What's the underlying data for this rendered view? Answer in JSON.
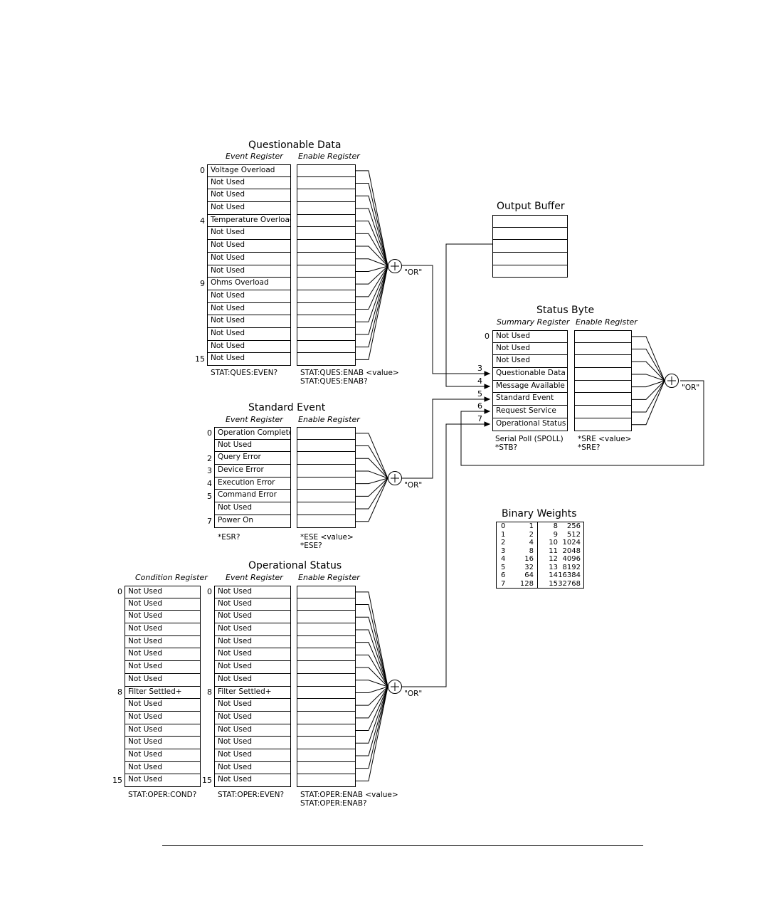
{
  "questionable_data": {
    "title": "Questionable Data",
    "event_label": "Event Register",
    "enable_label": "Enable Register",
    "bits": [
      "Voltage Overload",
      "Not Used",
      "Not Used",
      "Not Used",
      "Temperature Overload",
      "Not Used",
      "Not Used",
      "Not Used",
      "Not Used",
      "Ohms Overload",
      "Not Used",
      "Not Used",
      "Not Used",
      "Not Used",
      "Not Used",
      "Not Used"
    ],
    "bit_numbers": [
      "0",
      "4",
      "9",
      "15"
    ],
    "event_cmd": "STAT:QUES:EVEN?",
    "enable_cmd_1": "STAT:QUES:ENAB <value>",
    "enable_cmd_2": "STAT:QUES:ENAB?",
    "or_label": "\"OR\""
  },
  "output_buffer": {
    "title": "Output Buffer"
  },
  "status_byte": {
    "title": "Status Byte",
    "summary_label": "Summary Register",
    "enable_label": "Enable Register",
    "bits": [
      "Not Used",
      "Not Used",
      "Not Used",
      "Questionable Data",
      "Message Available",
      "Standard Event",
      "Request Service",
      "Operational Status"
    ],
    "bit_numbers": [
      "0",
      "3",
      "4",
      "5",
      "6",
      "7"
    ],
    "summary_cmd_1": "Serial Poll (SPOLL)",
    "summary_cmd_2": "*STB?",
    "enable_cmd_1": "*SRE <value>",
    "enable_cmd_2": "*SRE?",
    "or_label": "\"OR\""
  },
  "standard_event": {
    "title": "Standard Event",
    "event_label": "Event Register",
    "enable_label": "Enable Register",
    "bits": [
      "Operation Complete",
      "Not Used",
      "Query Error",
      "Device Error",
      "Execution Error",
      "Command Error",
      "Not Used",
      "Power On"
    ],
    "bit_numbers": [
      "0",
      "2",
      "3",
      "4",
      "5",
      "7"
    ],
    "event_cmd": "*ESR?",
    "enable_cmd_1": "*ESE <value>",
    "enable_cmd_2": "*ESE?",
    "or_label": "\"OR\""
  },
  "binary_weights": {
    "title": "Binary Weights",
    "rows": [
      [
        "0",
        "1",
        "8",
        "256"
      ],
      [
        "1",
        "2",
        "9",
        "512"
      ],
      [
        "2",
        "4",
        "10",
        "1024"
      ],
      [
        "3",
        "8",
        "11",
        "2048"
      ],
      [
        "4",
        "16",
        "12",
        "4096"
      ],
      [
        "5",
        "32",
        "13",
        "8192"
      ],
      [
        "6",
        "64",
        "14",
        "16384"
      ],
      [
        "7",
        "128",
        "15",
        "32768"
      ]
    ]
  },
  "operational_status": {
    "title": "Operational Status",
    "condition_label": "Condition Register",
    "event_label": "Event Register",
    "enable_label": "Enable Register",
    "bits": [
      "Not Used",
      "Not Used",
      "Not Used",
      "Not Used",
      "Not Used",
      "Not Used",
      "Not Used",
      "Not Used",
      "Filter Settled+",
      "Not Used",
      "Not Used",
      "Not Used",
      "Not Used",
      "Not Used",
      "Not Used",
      "Not Used"
    ],
    "bit_numbers": [
      "0",
      "8",
      "15"
    ],
    "condition_cmd": "STAT:OPER:COND?",
    "event_cmd": "STAT:OPER:EVEN?",
    "enable_cmd_1": "STAT:OPER:ENAB <value>",
    "enable_cmd_2": "STAT:OPER:ENAB?",
    "or_label": "\"OR\""
  }
}
